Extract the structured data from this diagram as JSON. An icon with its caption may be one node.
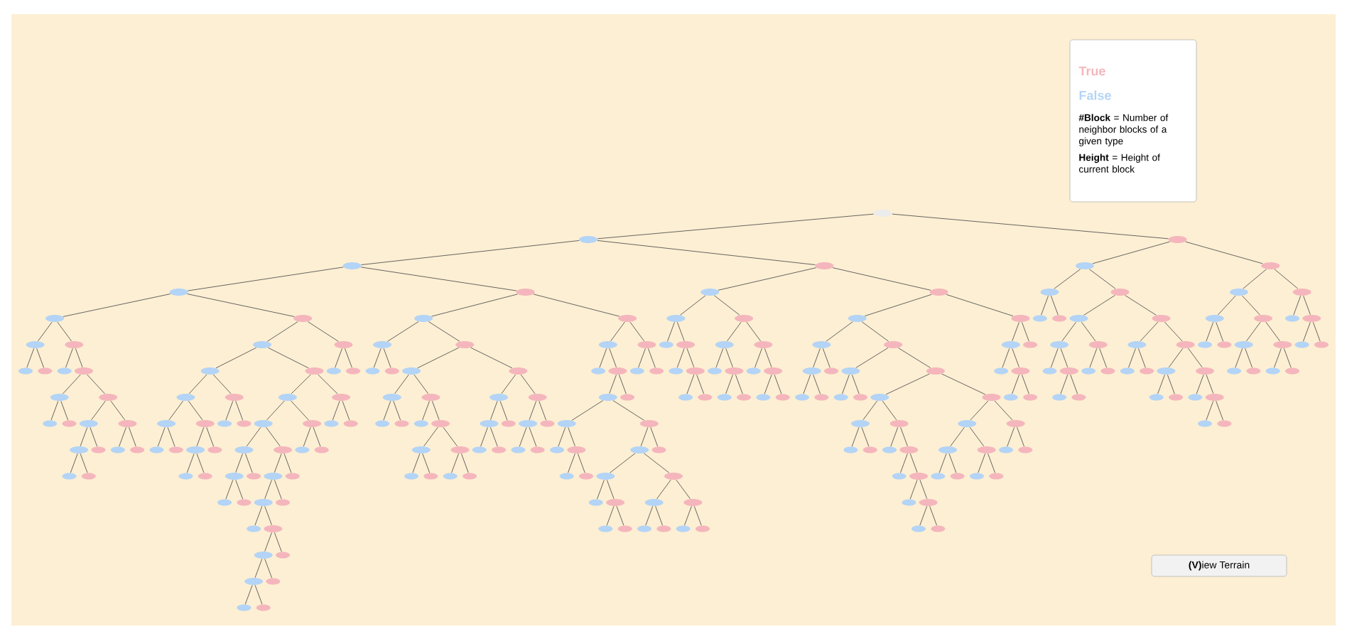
{
  "diagram": {
    "nodes": [
      {
        "text": [],
        "shape": "ellipse"
      },
      {
        "text": [],
        "shape": "ellipse"
      },
      {
        "text": [],
        "shape": "ellipse"
      },
      {
        "text": [],
        "shape": "ellipse"
      },
      {
        "text": [],
        "shape": "ellipse"
      },
      {
        "text": [],
        "shape": "ellipse"
      },
      {
        "text": [],
        "shape": "ellipse"
      },
      {
        "text": [],
        "shape": "ellipse"
      },
      {
        "text": [],
        "shape": "ellipse"
      },
      {
        "text": [],
        "shape": "ellipse"
      },
      {
        "text": [],
        "shape": "ellipse"
      },
      {
        "text": [],
        "shape": "ellipse"
      },
      {
        "text": [],
        "shape": "ellipse"
      },
      {
        "text": [],
        "shape": "ellipse"
      },
      {
        "text": [],
        "shape": "ellipse"
      },
      {
        "text": [],
        "shape": "ellipse"
      },
      {
        "text": [],
        "shape": "ellipse"
      },
      {
        "text": [],
        "shape": "ellipse"
      },
      {
        "text": [],
        "shape": "ellipse"
      },
      {
        "text": [],
        "shape": "ellipse"
      },
      {
        "text": [],
        "shape": "ellipse"
      },
      {
        "text": [],
        "shape": "ellipse"
      },
      {
        "text": [],
        "shape": "ellipse"
      },
      {
        "text": [],
        "shape": "ellipse"
      },
      {
        "text": [],
        "shape": "ellipse"
      },
      {
        "text": [],
        "shape": "ellipse"
      },
      {
        "text": [],
        "shape": "ellipse"
      },
      {
        "text": [],
        "shape": "ellipse"
      },
      {
        "text": [],
        "shape": "ellipse"
      },
      {
        "text": [],
        "shape": "ellipse"
      },
      {
        "text": [],
        "shape": "ellipse"
      },
      {
        "text": [],
        "shape": "ellipse"
      },
      {
        "text": [],
        "shape": "ellipse"
      },
      {
        "text": [],
        "shape": "ellipse"
      },
      {
        "text": [],
        "shape": "ellipse"
      },
      {
        "text": [],
        "shape": "ellipse"
      },
      {
        "text": [],
        "shape": "ellipse"
      },
      {
        "text": [],
        "shape": "ellipse"
      },
      {
        "text": [],
        "shape": "ellipse"
      },
      {
        "text": [],
        "shape": "ellipse"
      },
      {
        "text": [],
        "shape": "ellipse"
      },
      {
        "text": [],
        "shape": "ellipse"
      },
      {
        "text": [],
        "shape": "ellipse"
      },
      {
        "text": [],
        "shape": "ellipse"
      },
      {
        "text": [],
        "shape": "ellipse"
      },
      {
        "text": [],
        "shape": "ellipse"
      },
      {
        "text": [],
        "shape": "ellipse"
      },
      {
        "text": [],
        "shape": "ellipse"
      },
      {
        "text": [],
        "shape": "ellipse"
      },
      {
        "text": [],
        "shape": "ellipse"
      },
      {
        "text": [],
        "shape": "ellipse"
      },
      {
        "text": [],
        "shape": "ellipse"
      },
      {
        "text": [],
        "shape": "ellipse"
      },
      {
        "text": [],
        "shape": "ellipse"
      },
      {
        "text": [],
        "shape": "ellipse"
      },
      {
        "text": [],
        "shape": "ellipse"
      },
      {
        "text": [],
        "shape": "ellipse"
      },
      {
        "text": [],
        "shape": "ellipse"
      },
      {
        "text": [],
        "shape": "ellipse"
      },
      {
        "text": [],
        "shape": "ellipse"
      },
      {
        "text": [],
        "shape": "ellipse"
      },
      {
        "text": [],
        "shape": "ellipse"
      },
      {
        "text": [],
        "shape": "ellipse"
      },
      {
        "text": [],
        "shape": "ellipse"
      },
      {
        "text": [],
        "shape": "ellipse"
      },
      {
        "text": [],
        "shape": "ellipse"
      },
      {
        "text": [],
        "shape": "ellipse"
      },
      {
        "text": [],
        "shape": "ellipse"
      },
      {
        "text": [],
        "shape": "ellipse"
      },
      {
        "text": [],
        "shape": "ellipse"
      },
      {
        "text": [],
        "shape": "ellipse"
      },
      {
        "text": [],
        "shape": "ellipse"
      },
      {
        "text": [],
        "shape": "ellipse"
      },
      {
        "text": [],
        "shape": "ellipse"
      },
      {
        "text": [],
        "shape": "ellipse"
      },
      {
        "text": [],
        "shape": "ellipse"
      },
      {
        "text": [],
        "shape": "ellipse"
      },
      {
        "text": [],
        "shape": "ellipse"
      },
      {
        "text": [],
        "shape": "ellipse"
      },
      {
        "text": [],
        "shape": "ellipse"
      },
      {
        "text": [],
        "shape": "ellipse"
      },
      {
        "text": [],
        "shape": "ellipse"
      },
      {
        "text": [],
        "shape": "ellipse"
      },
      {
        "text": [],
        "shape": "ellipse"
      },
      {
        "text": [],
        "shape": "ellipse"
      },
      {
        "text": [],
        "shape": "ellipse"
      },
      {
        "text": [],
        "shape": "ellipse"
      },
      {
        "text": [],
        "shape": "ellipse"
      },
      {
        "text": [],
        "shape": "ellipse"
      },
      {
        "text": [],
        "shape": "ellipse"
      },
      {
        "text": [],
        "shape": "ellipse"
      },
      {
        "text": [],
        "shape": "ellipse"
      },
      {
        "text": [],
        "shape": "ellipse"
      },
      {
        "text": [],
        "shape": "ellipse"
      },
      {
        "text": [],
        "shape": "ellipse"
      },
      {
        "text": [],
        "shape": "ellipse"
      },
      {
        "text": [],
        "shape": "ellipse"
      },
      {
        "text": [],
        "shape": "ellipse"
      },
      {
        "text": [],
        "shape": "ellipse"
      },
      {
        "text": [],
        "shape": "ellipse"
      },
      {
        "text": [],
        "shape": "ellipse"
      },
      {
        "text": [],
        "shape": "ellipse"
      },
      {
        "text": [],
        "shape": "ellipse"
      },
      {
        "text": [],
        "shape": "ellipse"
      },
      {
        "text": [],
        "shape": "ellipse"
      },
      {
        "text": [],
        "shape": "ellipse"
      },
      {
        "text": [],
        "shape": "ellipse"
      },
      {
        "text": [],
        "shape": "ellipse"
      },
      {
        "text": [],
        "shape": "ellipse"
      },
      {
        "text": [],
        "shape": "ellipse"
      },
      {
        "text": [],
        "shape": "ellipse"
      },
      {
        "text": [],
        "shape": "ellipse"
      },
      {
        "text": [],
        "shape": "ellipse"
      },
      {
        "text": [],
        "shape": "ellipse"
      },
      {
        "text": [],
        "shape": "ellipse"
      },
      {
        "text": [],
        "shape": "ellipse"
      },
      {
        "text": [],
        "shape": "ellipse"
      },
      {
        "text": [],
        "shape": "ellipse"
      },
      {
        "text": [],
        "shape": "ellipse"
      },
      {
        "text": [],
        "shape": "ellipse"
      },
      {
        "text": [],
        "shape": "ellipse"
      },
      {
        "text": [],
        "shape": "ellipse"
      },
      {
        "text": [],
        "shape": "ellipse"
      },
      {
        "text": [],
        "shape": "ellipse"
      },
      {
        "text": [],
        "shape": "ellipse"
      },
      {
        "text": [],
        "shape": "ellipse"
      },
      {
        "text": [],
        "shape": "ellipse"
      },
      {
        "text": [],
        "shape": "ellipse"
      },
      {
        "text": [],
        "shape": "ellipse"
      },
      {
        "text": [],
        "shape": "ellipse"
      },
      {
        "text": [],
        "shape": "ellipse"
      },
      {
        "text": [],
        "shape": "ellipse"
      },
      {
        "text": [],
        "shape": "ellipse"
      },
      {
        "text": [],
        "shape": "ellipse"
      },
      {
        "text": [],
        "shape": "ellipse"
      },
      {
        "text": [],
        "shape": "ellipse"
      },
      {
        "text": [],
        "shape": "ellipse"
      },
      {
        "text": [],
        "shape": "ellipse"
      },
      {
        "text": [],
        "shape": "ellipse"
      },
      {
        "text": [],
        "shape": "ellipse"
      },
      {
        "text": [],
        "shape": "ellipse"
      },
      {
        "text": [],
        "shape": "ellipse"
      },
      {
        "text": [],
        "shape": "ellipse"
      },
      {
        "text": [],
        "shape": "ellipse"
      },
      {
        "text": [],
        "shape": "ellipse"
      },
      {
        "text": [],
        "shape": "ellipse"
      },
      {
        "text": [],
        "shape": "ellipse"
      },
      {
        "text": [],
        "shape": "ellipse"
      },
      {
        "text": [],
        "shape": "ellipse"
      },
      {
        "text": [],
        "shape": "ellipse"
      },
      {
        "text": [],
        "shape": "ellipse"
      },
      {
        "text": [],
        "shape": "ellipse"
      },
      {
        "text": [],
        "shape": "ellipse"
      },
      {
        "text": [],
        "shape": "ellipse"
      },
      {
        "text": [],
        "shape": "ellipse"
      },
      {
        "text": [],
        "shape": "ellipse"
      },
      {
        "text": [],
        "shape": "ellipse"
      },
      {
        "text": [],
        "shape": "ellipse"
      },
      {
        "text": [],
        "shape": "ellipse"
      },
      {
        "text": [],
        "shape": "ellipse"
      },
      {
        "text": [],
        "shape": "ellipse"
      },
      {
        "text": [],
        "shape": "ellipse"
      },
      {
        "text": [],
        "shape": "ellipse"
      },
      {
        "text": [],
        "shape": "ellipse"
      },
      {
        "text": [],
        "shape": "ellipse"
      },
      {
        "text": [],
        "shape": "ellipse"
      },
      {
        "text": [],
        "shape": "ellipse"
      },
      {
        "text": [],
        "shape": "ellipse"
      },
      {
        "text": [],
        "shape": "ellipse"
      },
      {
        "text": [],
        "shape": "ellipse"
      },
      {
        "text": [],
        "shape": "ellipse"
      },
      {
        "text": [],
        "shape": "ellipse"
      },
      {
        "text": [],
        "shape": "ellipse"
      },
      {
        "text": [],
        "shape": "ellipse"
      },
      {
        "text": [],
        "shape": "ellipse"
      },
      {
        "text": [],
        "shape": "ellipse"
      },
      {
        "text": [],
        "shape": "ellipse"
      },
      {
        "text": [],
        "shape": "ellipse"
      },
      {
        "text": [],
        "shape": "ellipse"
      },
      {
        "text": [],
        "shape": "ellipse"
      },
      {
        "text": [],
        "shape": "ellipse"
      },
      {
        "text": [],
        "shape": "ellipse"
      },
      {
        "text": [],
        "shape": "ellipse"
      },
      {
        "text": [],
        "shape": "ellipse"
      },
      {
        "text": [],
        "shape": "ellipse"
      },
      {
        "text": [],
        "shape": "ellipse"
      },
      {
        "text": [],
        "shape": "ellipse"
      },
      {
        "text": [],
        "shape": "ellipse"
      },
      {
        "text": [],
        "shape": "ellipse"
      },
      {
        "text": [],
        "shape": "ellipse"
      },
      {
        "text": [],
        "shape": "ellipse"
      },
      {
        "text": [],
        "shape": "ellipse"
      },
      {
        "text": [],
        "shape": "ellipse"
      },
      {
        "text": [],
        "shape": "ellipse"
      },
      {
        "text": [],
        "shape": "ellipse"
      },
      {
        "text": [],
        "shape": "ellipse"
      },
      {
        "text": [],
        "shape": "ellipse"
      },
      {
        "text": [],
        "shape": "ellipse"
      },
      {
        "text": [],
        "shape": "ellipse"
      },
      {
        "text": [],
        "shape": "ellipse"
      },
      {
        "text": [],
        "shape": "ellipse"
      },
      {
        "text": [],
        "shape": "ellipse"
      },
      {
        "text": [],
        "shape": "ellipse"
      },
      {
        "text": [],
        "shape": "ellipse"
      },
      {
        "text": [],
        "shape": "ellipse"
      },
      {
        "text": [],
        "shape": "ellipse"
      },
      {
        "text": [],
        "shape": "ellipse"
      },
      {
        "text": [],
        "shape": "ellipse"
      },
      {
        "text": [],
        "shape": "ellipse"
      },
      {
        "text": [],
        "shape": "ellipse"
      },
      {
        "text": [],
        "shape": "ellipse"
      },
      {
        "text": [],
        "shape": "ellipse"
      },
      {
        "text": [],
        "shape": "ellipse"
      },
      {
        "text": [],
        "shape": "ellipse"
      },
      {
        "text": [],
        "shape": "ellipse"
      },
      {
        "text": [],
        "shape": "ellipse"
      },
      {
        "text": [],
        "shape": "ellipse"
      },
      {
        "text": [],
        "shape": "ellipse"
      },
      {
        "text": [],
        "shape": "ellipse"
      },
      {
        "text": [],
        "shape": "ellipse"
      },
      {
        "text": [],
        "shape": "ellipse"
      },
      {
        "text": [],
        "shape": "ellipse"
      },
      {
        "text": [],
        "shape": "ellipse"
      },
      {
        "text": [],
        "shape": "ellipse"
      },
      {
        "text": [],
        "shape": "ellipse"
      },
      {
        "text": [],
        "shape": "ellipse"
      },
      {
        "text": [],
        "shape": "ellipse"
      },
      {
        "text": [],
        "shape": "ellipse"
      },
      {
        "text": [],
        "shape": "ellipse"
      },
      {
        "text": [],
        "shape": "ellipse"
      },
      {
        "text": [],
        "shape": "ellipse"
      },
      {
        "text": [],
        "shape": "ellipse"
      },
      {
        "text": [],
        "shape": "ellipse"
      },
      {
        "text": [],
        "shape": "ellipse"
      },
      {
        "text": [],
        "shape": "ellipse"
      }
    ],
    "edges": [
      {
        "from": 0,
        "to": 1,
        "arrow": "none"
      },
      {
        "from": 1,
        "to": 2,
        "arrow": "none"
      },
      {
        "from": 2,
        "to": 3,
        "arrow": "none"
      },
      {
        "from": 3,
        "to": 4,
        "arrow": "none"
      },
      {
        "from": 4,
        "to": 5,
        "arrow": "none"
      },
      {
        "from": 5,
        "to": 6,
        "arrow": "none"
      },
      {
        "from": 5,
        "to": 7,
        "arrow": "none"
      },
      {
        "from": 4,
        "to": 8,
        "arrow": "none"
      },
      {
        "from": 8,
        "to": 9,
        "arrow": "none"
      },
      {
        "from": 8,
        "to": 10,
        "arrow": "none"
      },
      {
        "from": 10,
        "to": 11,
        "arrow": "none"
      },
      {
        "from": 11,
        "to": 12,
        "arrow": "none"
      },
      {
        "from": 11,
        "to": 13,
        "arrow": "none"
      },
      {
        "from": 10,
        "to": 14,
        "arrow": "none"
      },
      {
        "from": 14,
        "to": 15,
        "arrow": "none"
      },
      {
        "from": 15,
        "to": 16,
        "arrow": "none"
      },
      {
        "from": 16,
        "to": 17,
        "arrow": "none"
      },
      {
        "from": 16,
        "to": 18,
        "arrow": "none"
      },
      {
        "from": 15,
        "to": 19,
        "arrow": "none"
      },
      {
        "from": 14,
        "to": 20,
        "arrow": "none"
      },
      {
        "from": 20,
        "to": 21,
        "arrow": "none"
      },
      {
        "from": 20,
        "to": 22,
        "arrow": "none"
      },
      {
        "from": 3,
        "to": 23,
        "arrow": "none"
      },
      {
        "from": 23,
        "to": 24,
        "arrow": "none"
      },
      {
        "from": 24,
        "to": 25,
        "arrow": "none"
      },
      {
        "from": 25,
        "to": 26,
        "arrow": "none"
      },
      {
        "from": 26,
        "to": 27,
        "arrow": "none"
      },
      {
        "from": 27,
        "to": 28,
        "arrow": "none"
      },
      {
        "from": 27,
        "to": 29,
        "arrow": "none"
      },
      {
        "from": 26,
        "to": 30,
        "arrow": "none"
      },
      {
        "from": 30,
        "to": 31,
        "arrow": "none"
      },
      {
        "from": 31,
        "to": 32,
        "arrow": "none"
      },
      {
        "from": 31,
        "to": 33,
        "arrow": "none"
      },
      {
        "from": 30,
        "to": 34,
        "arrow": "none"
      },
      {
        "from": 25,
        "to": 35,
        "arrow": "none"
      },
      {
        "from": 35,
        "to": 36,
        "arrow": "none"
      },
      {
        "from": 35,
        "to": 37,
        "arrow": "none"
      },
      {
        "from": 24,
        "to": 38,
        "arrow": "none"
      },
      {
        "from": 38,
        "to": 39,
        "arrow": "none"
      },
      {
        "from": 39,
        "to": 40,
        "arrow": "none"
      },
      {
        "from": 40,
        "to": 41,
        "arrow": "none"
      },
      {
        "from": 41,
        "to": 42,
        "arrow": "none"
      },
      {
        "from": 42,
        "to": 43,
        "arrow": "none"
      },
      {
        "from": 42,
        "to": 44,
        "arrow": "none"
      },
      {
        "from": 41,
        "to": 45,
        "arrow": "none"
      },
      {
        "from": 40,
        "to": 46,
        "arrow": "none"
      },
      {
        "from": 46,
        "to": 47,
        "arrow": "none"
      },
      {
        "from": 47,
        "to": 48,
        "arrow": "none"
      },
      {
        "from": 48,
        "to": 49,
        "arrow": "none"
      },
      {
        "from": 48,
        "to": 50,
        "arrow": "none"
      },
      {
        "from": 50,
        "to": 51,
        "arrow": "none"
      },
      {
        "from": 51,
        "to": 52,
        "arrow": "none"
      },
      {
        "from": 52,
        "to": 53,
        "arrow": "none"
      },
      {
        "from": 52,
        "to": 54,
        "arrow": "none"
      },
      {
        "from": 51,
        "to": 55,
        "arrow": "none"
      },
      {
        "from": 50,
        "to": 56,
        "arrow": "none"
      },
      {
        "from": 47,
        "to": 57,
        "arrow": "none"
      },
      {
        "from": 46,
        "to": 58,
        "arrow": "none"
      },
      {
        "from": 39,
        "to": 59,
        "arrow": "none"
      },
      {
        "from": 59,
        "to": 60,
        "arrow": "none"
      },
      {
        "from": 59,
        "to": 61,
        "arrow": "none"
      },
      {
        "from": 38,
        "to": 62,
        "arrow": "none"
      },
      {
        "from": 62,
        "to": 63,
        "arrow": "none"
      },
      {
        "from": 62,
        "to": 64,
        "arrow": "none"
      },
      {
        "from": 23,
        "to": 65,
        "arrow": "none"
      },
      {
        "from": 65,
        "to": 66,
        "arrow": "none"
      },
      {
        "from": 65,
        "to": 67,
        "arrow": "none"
      },
      {
        "from": 2,
        "to": 68,
        "arrow": "none"
      },
      {
        "from": 68,
        "to": 69,
        "arrow": "none"
      },
      {
        "from": 69,
        "to": 70,
        "arrow": "none"
      },
      {
        "from": 70,
        "to": 71,
        "arrow": "none"
      },
      {
        "from": 70,
        "to": 72,
        "arrow": "none"
      },
      {
        "from": 69,
        "to": 73,
        "arrow": "none"
      },
      {
        "from": 73,
        "to": 74,
        "arrow": "none"
      },
      {
        "from": 74,
        "to": 75,
        "arrow": "none"
      },
      {
        "from": 75,
        "to": 76,
        "arrow": "none"
      },
      {
        "from": 75,
        "to": 77,
        "arrow": "none"
      },
      {
        "from": 74,
        "to": 78,
        "arrow": "none"
      },
      {
        "from": 78,
        "to": 79,
        "arrow": "none"
      },
      {
        "from": 78,
        "to": 80,
        "arrow": "none"
      },
      {
        "from": 80,
        "to": 81,
        "arrow": "none"
      },
      {
        "from": 81,
        "to": 82,
        "arrow": "none"
      },
      {
        "from": 81,
        "to": 83,
        "arrow": "none"
      },
      {
        "from": 80,
        "to": 84,
        "arrow": "none"
      },
      {
        "from": 84,
        "to": 85,
        "arrow": "none"
      },
      {
        "from": 84,
        "to": 86,
        "arrow": "none"
      },
      {
        "from": 73,
        "to": 87,
        "arrow": "none"
      },
      {
        "from": 87,
        "to": 88,
        "arrow": "none"
      },
      {
        "from": 88,
        "to": 89,
        "arrow": "none"
      },
      {
        "from": 89,
        "to": 90,
        "arrow": "none"
      },
      {
        "from": 89,
        "to": 91,
        "arrow": "none"
      },
      {
        "from": 88,
        "to": 92,
        "arrow": "none"
      },
      {
        "from": 87,
        "to": 93,
        "arrow": "none"
      },
      {
        "from": 93,
        "to": 94,
        "arrow": "none"
      },
      {
        "from": 94,
        "to": 95,
        "arrow": "none"
      },
      {
        "from": 94,
        "to": 96,
        "arrow": "none"
      },
      {
        "from": 93,
        "to": 97,
        "arrow": "none"
      },
      {
        "from": 68,
        "to": 98,
        "arrow": "none"
      },
      {
        "from": 98,
        "to": 99,
        "arrow": "none"
      },
      {
        "from": 99,
        "to": 100,
        "arrow": "none"
      },
      {
        "from": 99,
        "to": 101,
        "arrow": "none"
      },
      {
        "from": 101,
        "to": 102,
        "arrow": "none"
      },
      {
        "from": 102,
        "to": 103,
        "arrow": "none"
      },
      {
        "from": 103,
        "to": 104,
        "arrow": "none"
      },
      {
        "from": 103,
        "to": 105,
        "arrow": "none"
      },
      {
        "from": 105,
        "to": 106,
        "arrow": "none"
      },
      {
        "from": 105,
        "to": 107,
        "arrow": "none"
      },
      {
        "from": 102,
        "to": 108,
        "arrow": "none"
      },
      {
        "from": 108,
        "to": 109,
        "arrow": "none"
      },
      {
        "from": 109,
        "to": 110,
        "arrow": "none"
      },
      {
        "from": 110,
        "to": 111,
        "arrow": "none"
      },
      {
        "from": 110,
        "to": 112,
        "arrow": "none"
      },
      {
        "from": 112,
        "to": 113,
        "arrow": "none"
      },
      {
        "from": 112,
        "to": 114,
        "arrow": "none"
      },
      {
        "from": 109,
        "to": 115,
        "arrow": "none"
      },
      {
        "from": 115,
        "to": 116,
        "arrow": "none"
      },
      {
        "from": 116,
        "to": 117,
        "arrow": "none"
      },
      {
        "from": 116,
        "to": 118,
        "arrow": "none"
      },
      {
        "from": 115,
        "to": 119,
        "arrow": "none"
      },
      {
        "from": 119,
        "to": 120,
        "arrow": "none"
      },
      {
        "from": 119,
        "to": 121,
        "arrow": "none"
      },
      {
        "from": 108,
        "to": 122,
        "arrow": "none"
      },
      {
        "from": 101,
        "to": 123,
        "arrow": "none"
      },
      {
        "from": 98,
        "to": 124,
        "arrow": "none"
      },
      {
        "from": 124,
        "to": 125,
        "arrow": "none"
      },
      {
        "from": 124,
        "to": 126,
        "arrow": "none"
      },
      {
        "from": 1,
        "to": 127,
        "arrow": "none"
      },
      {
        "from": 127,
        "to": 128,
        "arrow": "none"
      },
      {
        "from": 128,
        "to": 129,
        "arrow": "none"
      },
      {
        "from": 129,
        "to": 130,
        "arrow": "none"
      },
      {
        "from": 129,
        "to": 131,
        "arrow": "none"
      },
      {
        "from": 131,
        "to": 132,
        "arrow": "none"
      },
      {
        "from": 131,
        "to": 133,
        "arrow": "none"
      },
      {
        "from": 133,
        "to": 134,
        "arrow": "none"
      },
      {
        "from": 133,
        "to": 135,
        "arrow": "none"
      },
      {
        "from": 128,
        "to": 136,
        "arrow": "none"
      },
      {
        "from": 136,
        "to": 137,
        "arrow": "none"
      },
      {
        "from": 137,
        "to": 138,
        "arrow": "none"
      },
      {
        "from": 137,
        "to": 139,
        "arrow": "none"
      },
      {
        "from": 139,
        "to": 140,
        "arrow": "none"
      },
      {
        "from": 139,
        "to": 141,
        "arrow": "none"
      },
      {
        "from": 136,
        "to": 142,
        "arrow": "none"
      },
      {
        "from": 142,
        "to": 143,
        "arrow": "none"
      },
      {
        "from": 142,
        "to": 144,
        "arrow": "none"
      },
      {
        "from": 144,
        "to": 145,
        "arrow": "none"
      },
      {
        "from": 144,
        "to": 146,
        "arrow": "none"
      },
      {
        "from": 127,
        "to": 147,
        "arrow": "none"
      },
      {
        "from": 147,
        "to": 148,
        "arrow": "none"
      },
      {
        "from": 148,
        "to": 149,
        "arrow": "none"
      },
      {
        "from": 149,
        "to": 150,
        "arrow": "none"
      },
      {
        "from": 150,
        "to": 151,
        "arrow": "none"
      },
      {
        "from": 150,
        "to": 152,
        "arrow": "none"
      },
      {
        "from": 149,
        "to": 153,
        "arrow": "none"
      },
      {
        "from": 148,
        "to": 154,
        "arrow": "none"
      },
      {
        "from": 154,
        "to": 155,
        "arrow": "none"
      },
      {
        "from": 155,
        "to": 156,
        "arrow": "none"
      },
      {
        "from": 155,
        "to": 157,
        "arrow": "none"
      },
      {
        "from": 154,
        "to": 158,
        "arrow": "none"
      },
      {
        "from": 158,
        "to": 159,
        "arrow": "none"
      },
      {
        "from": 159,
        "to": 160,
        "arrow": "none"
      },
      {
        "from": 160,
        "to": 161,
        "arrow": "none"
      },
      {
        "from": 160,
        "to": 162,
        "arrow": "none"
      },
      {
        "from": 159,
        "to": 163,
        "arrow": "none"
      },
      {
        "from": 163,
        "to": 164,
        "arrow": "none"
      },
      {
        "from": 163,
        "to": 165,
        "arrow": "none"
      },
      {
        "from": 165,
        "to": 166,
        "arrow": "none"
      },
      {
        "from": 165,
        "to": 167,
        "arrow": "none"
      },
      {
        "from": 167,
        "to": 168,
        "arrow": "none"
      },
      {
        "from": 167,
        "to": 169,
        "arrow": "none"
      },
      {
        "from": 169,
        "to": 170,
        "arrow": "none"
      },
      {
        "from": 169,
        "to": 171,
        "arrow": "none"
      },
      {
        "from": 158,
        "to": 172,
        "arrow": "none"
      },
      {
        "from": 172,
        "to": 173,
        "arrow": "none"
      },
      {
        "from": 173,
        "to": 174,
        "arrow": "none"
      },
      {
        "from": 174,
        "to": 175,
        "arrow": "none"
      },
      {
        "from": 174,
        "to": 176,
        "arrow": "none"
      },
      {
        "from": 173,
        "to": 177,
        "arrow": "none"
      },
      {
        "from": 177,
        "to": 178,
        "arrow": "none"
      },
      {
        "from": 177,
        "to": 179,
        "arrow": "none"
      },
      {
        "from": 172,
        "to": 180,
        "arrow": "none"
      },
      {
        "from": 180,
        "to": 181,
        "arrow": "none"
      },
      {
        "from": 180,
        "to": 182,
        "arrow": "none"
      },
      {
        "from": 147,
        "to": 183,
        "arrow": "none"
      },
      {
        "from": 183,
        "to": 184,
        "arrow": "none"
      },
      {
        "from": 184,
        "to": 185,
        "arrow": "none"
      },
      {
        "from": 184,
        "to": 186,
        "arrow": "none"
      },
      {
        "from": 186,
        "to": 187,
        "arrow": "none"
      },
      {
        "from": 186,
        "to": 188,
        "arrow": "none"
      },
      {
        "from": 183,
        "to": 189,
        "arrow": "none"
      },
      {
        "from": 0,
        "to": 190,
        "arrow": "none"
      },
      {
        "from": 190,
        "to": 191,
        "arrow": "none"
      },
      {
        "from": 191,
        "to": 192,
        "arrow": "none"
      },
      {
        "from": 192,
        "to": 193,
        "arrow": "none"
      },
      {
        "from": 192,
        "to": 194,
        "arrow": "none"
      },
      {
        "from": 191,
        "to": 195,
        "arrow": "none"
      },
      {
        "from": 195,
        "to": 196,
        "arrow": "none"
      },
      {
        "from": 196,
        "to": 197,
        "arrow": "none"
      },
      {
        "from": 197,
        "to": 198,
        "arrow": "none"
      },
      {
        "from": 197,
        "to": 199,
        "arrow": "none"
      },
      {
        "from": 199,
        "to": 200,
        "arrow": "none"
      },
      {
        "from": 199,
        "to": 201,
        "arrow": "none"
      },
      {
        "from": 196,
        "to": 202,
        "arrow": "none"
      },
      {
        "from": 202,
        "to": 203,
        "arrow": "none"
      },
      {
        "from": 202,
        "to": 204,
        "arrow": "none"
      },
      {
        "from": 195,
        "to": 205,
        "arrow": "none"
      },
      {
        "from": 205,
        "to": 206,
        "arrow": "none"
      },
      {
        "from": 206,
        "to": 207,
        "arrow": "none"
      },
      {
        "from": 206,
        "to": 208,
        "arrow": "none"
      },
      {
        "from": 205,
        "to": 209,
        "arrow": "none"
      },
      {
        "from": 209,
        "to": 210,
        "arrow": "none"
      },
      {
        "from": 210,
        "to": 211,
        "arrow": "none"
      },
      {
        "from": 210,
        "to": 212,
        "arrow": "none"
      },
      {
        "from": 209,
        "to": 213,
        "arrow": "none"
      },
      {
        "from": 213,
        "to": 214,
        "arrow": "none"
      },
      {
        "from": 213,
        "to": 215,
        "arrow": "none"
      },
      {
        "from": 215,
        "to": 216,
        "arrow": "none"
      },
      {
        "from": 215,
        "to": 217,
        "arrow": "none"
      },
      {
        "from": 190,
        "to": 218,
        "arrow": "none"
      },
      {
        "from": 218,
        "to": 219,
        "arrow": "none"
      },
      {
        "from": 219,
        "to": 220,
        "arrow": "none"
      },
      {
        "from": 220,
        "to": 221,
        "arrow": "none"
      },
      {
        "from": 220,
        "to": 222,
        "arrow": "none"
      },
      {
        "from": 219,
        "to": 223,
        "arrow": "none"
      },
      {
        "from": 223,
        "to": 224,
        "arrow": "none"
      },
      {
        "from": 224,
        "to": 225,
        "arrow": "none"
      },
      {
        "from": 224,
        "to": 226,
        "arrow": "none"
      },
      {
        "from": 223,
        "to": 227,
        "arrow": "none"
      },
      {
        "from": 227,
        "to": 228,
        "arrow": "none"
      },
      {
        "from": 227,
        "to": 229,
        "arrow": "none"
      },
      {
        "from": 218,
        "to": 230,
        "arrow": "none"
      },
      {
        "from": 230,
        "to": 231,
        "arrow": "none"
      },
      {
        "from": 230,
        "to": 232,
        "arrow": "none"
      },
      {
        "from": 232,
        "to": 233,
        "arrow": "none"
      },
      {
        "from": 232,
        "to": 234,
        "arrow": "none"
      }
    ],
    "labels": [
      "**(V)**iew Terrain",
      "**#Block** = Number of neighbor blocks of a given type",
      "**Height** = Height of current block"
    ],
    "legend": [
      {
        "text": "True",
        "color": "#f4b6bc"
      },
      {
        "text": "False",
        "color": "#b3d4f6"
      }
    ]
  }
}
